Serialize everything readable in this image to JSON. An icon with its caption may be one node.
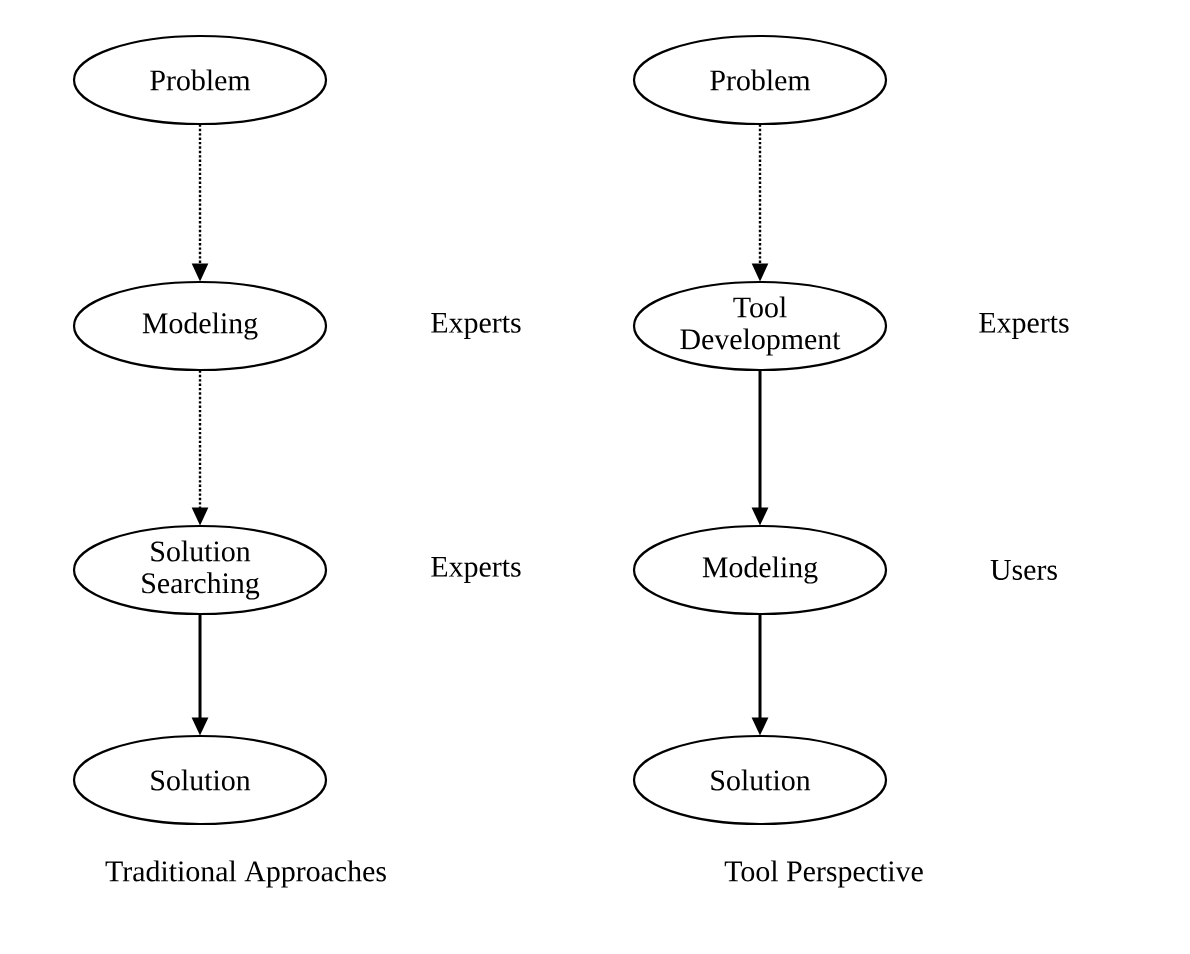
{
  "diagram": {
    "nodes": [
      {
        "text": [
          "Problem"
        ]
      },
      {
        "text": [
          "Modeling"
        ],
        "beside": [
          "Experts"
        ]
      },
      {
        "text": [
          "Solution Searching"
        ],
        "beside": [
          "Experts"
        ]
      },
      {
        "text": [
          "Solution"
        ]
      },
      {
        "text": [
          "Problem"
        ]
      },
      {
        "text": [
          "Tool Development"
        ],
        "beside": [
          "Experts"
        ]
      },
      {
        "text": [
          "Modeling"
        ],
        "beside": [
          "Users"
        ]
      },
      {
        "text": [
          "Solution"
        ]
      }
    ],
    "edges": [
      {
        "from": 0,
        "to": 1,
        "arrow": "to",
        "style": "dashed"
      },
      {
        "from": 1,
        "to": 2,
        "arrow": "to",
        "style": "dashed"
      },
      {
        "from": 2,
        "to": 3,
        "arrow": "to"
      },
      {
        "from": 4,
        "to": 5,
        "arrow": "to",
        "style": "dashed"
      },
      {
        "from": 5,
        "to": 6,
        "arrow": "to"
      },
      {
        "from": 6,
        "to": 7,
        "arrow": "to"
      }
    ],
    "labels": [
      "Traditional Approaches",
      "Tool Perspective"
    ]
  }
}
